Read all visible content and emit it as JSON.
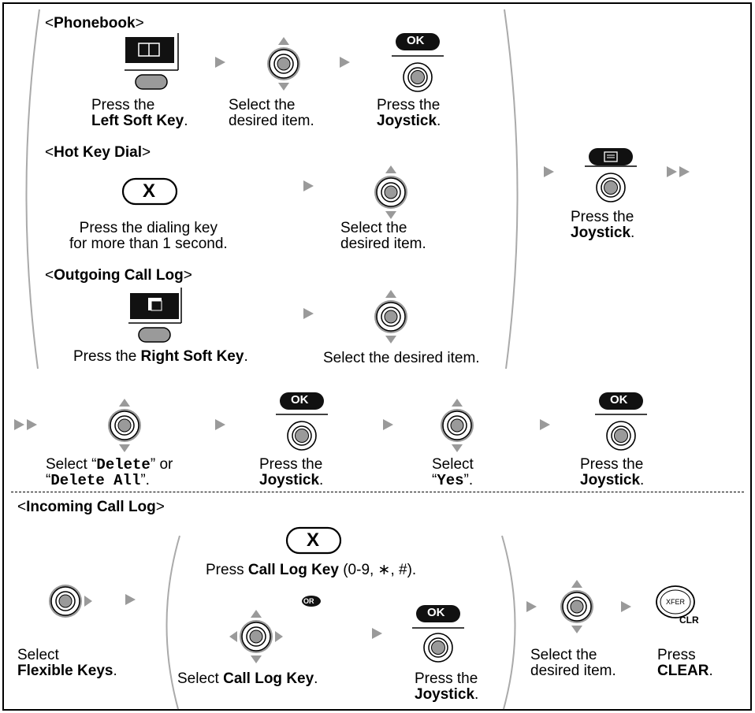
{
  "sections": {
    "phonebook": "Phonebook",
    "hot_key_dial": "Hot Key Dial",
    "outgoing_call_log": "Outgoing Call Log",
    "incoming_call_log": "Incoming Call Log"
  },
  "keys": {
    "ok": "OK",
    "x": "X",
    "or": "OR",
    "xfer": "XFER",
    "clr": "CLR"
  },
  "phonebook": {
    "step1": {
      "pre": "Press the",
      "bold": "Left Soft Key",
      "post": "."
    },
    "step2": {
      "line1": "Select the",
      "line2": "desired item."
    },
    "step3": {
      "pre": "Press the",
      "bold": "Joystick",
      "post": "."
    }
  },
  "hot_key_dial": {
    "step1": {
      "line1": "Press the dialing key",
      "line2": "for more than 1 second."
    },
    "step2": {
      "line1": "Select the",
      "line2": "desired item."
    }
  },
  "outgoing": {
    "step1": {
      "pre": "Press the ",
      "bold": "Right Soft Key",
      "post": "."
    },
    "step2": "Select the desired item."
  },
  "menu_step": {
    "pre": "Press the",
    "bold": "Joystick",
    "post": "."
  },
  "row2": {
    "s1_pre": "Select “",
    "s1_code": "Delete",
    "s1_mid": "” or",
    "s1_q": "“",
    "s1_code2": "Delete All",
    "s1_post": "”.",
    "s2_pre": "Press the",
    "s2_bold": "Joystick",
    "s2_post": ".",
    "s3_pre": "Select",
    "s3_q": "“",
    "s3_code": "Yes",
    "s3_post": "”.",
    "s4_pre": "Press the",
    "s4_bold": "Joystick",
    "s4_post": "."
  },
  "incoming": {
    "flex_pre": "Select",
    "flex_bold": "Flexible Keys",
    "flex_post": ".",
    "calllog_pre": "Press ",
    "calllog_bold": "Call Log Key",
    "calllog_post": " (0-9, ∗, #).",
    "sel_pre": "Select ",
    "sel_bold": "Call Log Key",
    "sel_post": ".",
    "joy_pre": "Press the",
    "joy_bold": "Joystick",
    "joy_post": ".",
    "item_line1": "Select the",
    "item_line2": "desired item.",
    "clear_pre": "Press",
    "clear_bold": "CLEAR",
    "clear_post": "."
  }
}
